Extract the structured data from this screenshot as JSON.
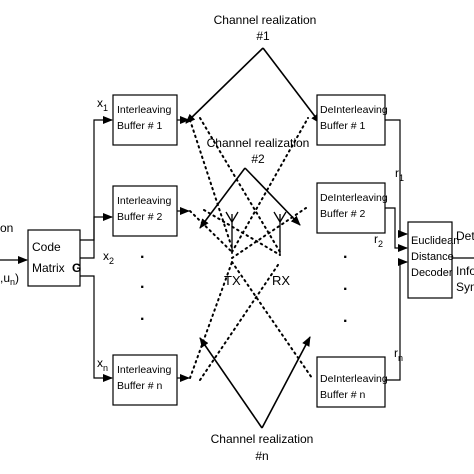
{
  "channel": {
    "title": "Channel realization",
    "n1": "#1",
    "n2": "#2",
    "nn": "#n"
  },
  "input": {
    "label_top": "on",
    "label_bottom": ",u",
    "label_bottom_sub": "n",
    "label_bottom_close": ")"
  },
  "code_matrix": {
    "line1": "Code",
    "line2": "Matrix",
    "symbol": "G"
  },
  "x_labels": {
    "x1": "x",
    "x1_sub": "1",
    "x2": "x",
    "x2_sub": "2",
    "xn": "x",
    "xn_sub": "n"
  },
  "interleavers": [
    {
      "line1": "Interleaving",
      "line2": "Buffer # 1"
    },
    {
      "line1": "Interleaving",
      "line2": "Buffer # 2"
    },
    {
      "line1": "Interleaving",
      "line2": "Buffer # n"
    }
  ],
  "deinterleavers": [
    {
      "line1": "DeInterleaving",
      "line2": "Buffer # 1"
    },
    {
      "line1": "DeInterleaving",
      "line2": "Buffer # 2"
    },
    {
      "line1": "DeInterleaving",
      "line2": "Buffer # n"
    }
  ],
  "antennas": {
    "tx": "TX",
    "rx": "RX"
  },
  "r_labels": {
    "r1": "r",
    "r1_sub": "1",
    "r2": "r",
    "r2_sub": "2",
    "rn": "r",
    "rn_sub": "n"
  },
  "decoder": {
    "line1": "Euclidean",
    "line2": "Distance",
    "line3": "Decoder"
  },
  "output": {
    "line1": "Det",
    "line2": "Info",
    "line3": "Sym"
  },
  "ellipsis": "·"
}
